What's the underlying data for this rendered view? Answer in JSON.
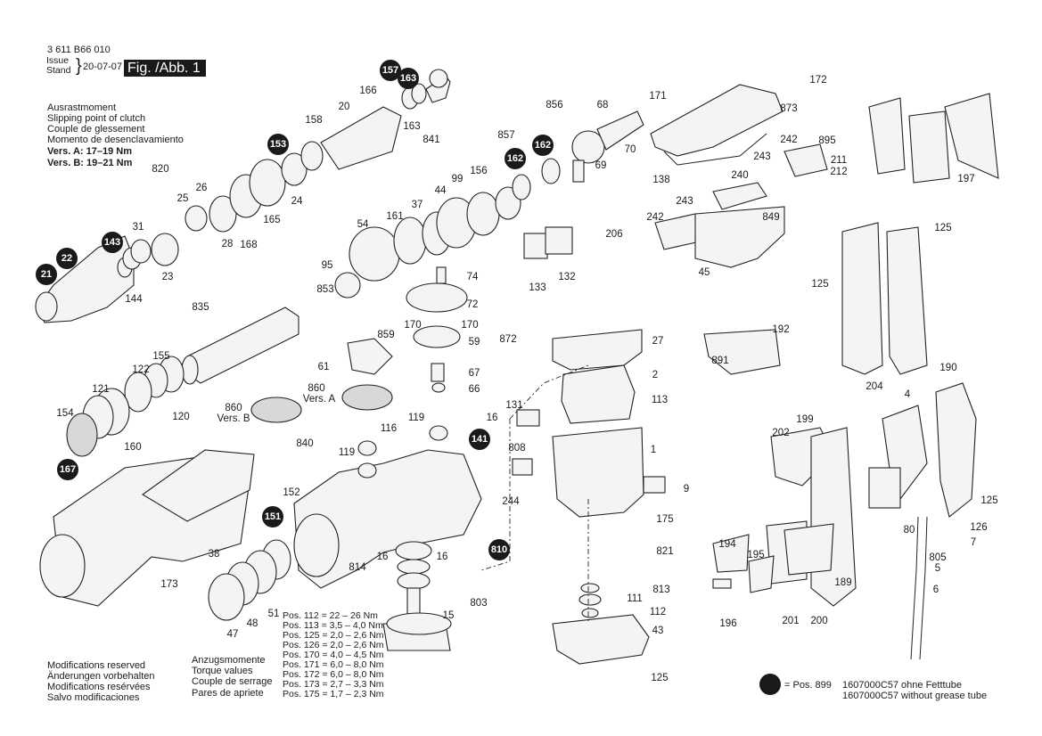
{
  "header": {
    "part_number": "3 611 B66 010",
    "issue_label": "Issue",
    "stand_label": "Stand",
    "date": "20-07-07",
    "figure": "Fig. /Abb. 1"
  },
  "clutch_note": {
    "lines": [
      "Ausrastmoment",
      "Slipping point of clutch",
      "Couple de glessement",
      "Momento de desenclavamiento"
    ],
    "vers_a": "Vers. A: 17–19 Nm",
    "vers_b": "Vers. B: 19–21 Nm"
  },
  "modifications": [
    "Modifications reserved",
    "Änderungen vorbehalten",
    "Modifications resérvées",
    "Salvo modificaciones"
  ],
  "torque": {
    "titles": [
      "Anzugsmomente",
      "Torque values",
      "Couple de serrage",
      "Pares de apriete"
    ],
    "values": [
      "Pos. 112 = 22 – 26 Nm",
      "Pos. 113 = 3,5 – 4,0 Nm",
      "Pos. 125 = 2,0 – 2,6 Nm",
      "Pos. 126 = 2,0 – 2,6 Nm",
      "Pos. 170 = 4,0 – 4,5 Nm",
      "Pos. 171 = 6,0 – 8,0 Nm",
      "Pos. 172 = 6,0 – 8,0 Nm",
      "Pos. 173 = 2,7 – 3,3 Nm",
      "Pos. 175 = 1,7 – 2,3 Nm"
    ]
  },
  "legend": {
    "equals": "= Pos. 899",
    "line1": "1607000C57 ohne Fetttube",
    "line2": "1607000C57 without grease tube"
  },
  "badges": [
    "157",
    "163",
    "153",
    "162",
    "162",
    "143",
    "22",
    "21",
    "167",
    "151",
    "141",
    "810"
  ],
  "labels": [
    "166",
    "20",
    "158",
    "163",
    "841",
    "24",
    "820",
    "25",
    "26",
    "28",
    "168",
    "165",
    "31",
    "23",
    "144",
    "856",
    "68",
    "70",
    "69",
    "857",
    "156",
    "99",
    "44",
    "37",
    "161",
    "54",
    "95",
    "853",
    "206",
    "133",
    "132",
    "74",
    "72",
    "170",
    "170",
    "859",
    "59",
    "872",
    "67",
    "66",
    "61",
    "860",
    "Vers. A",
    "860",
    "Vers. B",
    "835",
    "155",
    "122",
    "121",
    "120",
    "154",
    "160",
    "840",
    "152",
    "119",
    "116",
    "119",
    "16",
    "38",
    "173",
    "47",
    "48",
    "51",
    "814",
    "16",
    "16",
    "803",
    "15",
    "27",
    "2",
    "113",
    "131",
    "1",
    "808",
    "9",
    "244",
    "175",
    "821",
    "813",
    "111",
    "112",
    "43",
    "125",
    "171",
    "172",
    "873",
    "138",
    "242",
    "243",
    "240",
    "243",
    "242",
    "849",
    "45",
    "895",
    "211",
    "212",
    "197",
    "125",
    "125",
    "204",
    "192",
    "891",
    "190",
    "4",
    "202",
    "199",
    "125",
    "80",
    "126",
    "7",
    "805",
    "5",
    "6",
    "194",
    "195",
    "201",
    "200",
    "189",
    "196"
  ]
}
